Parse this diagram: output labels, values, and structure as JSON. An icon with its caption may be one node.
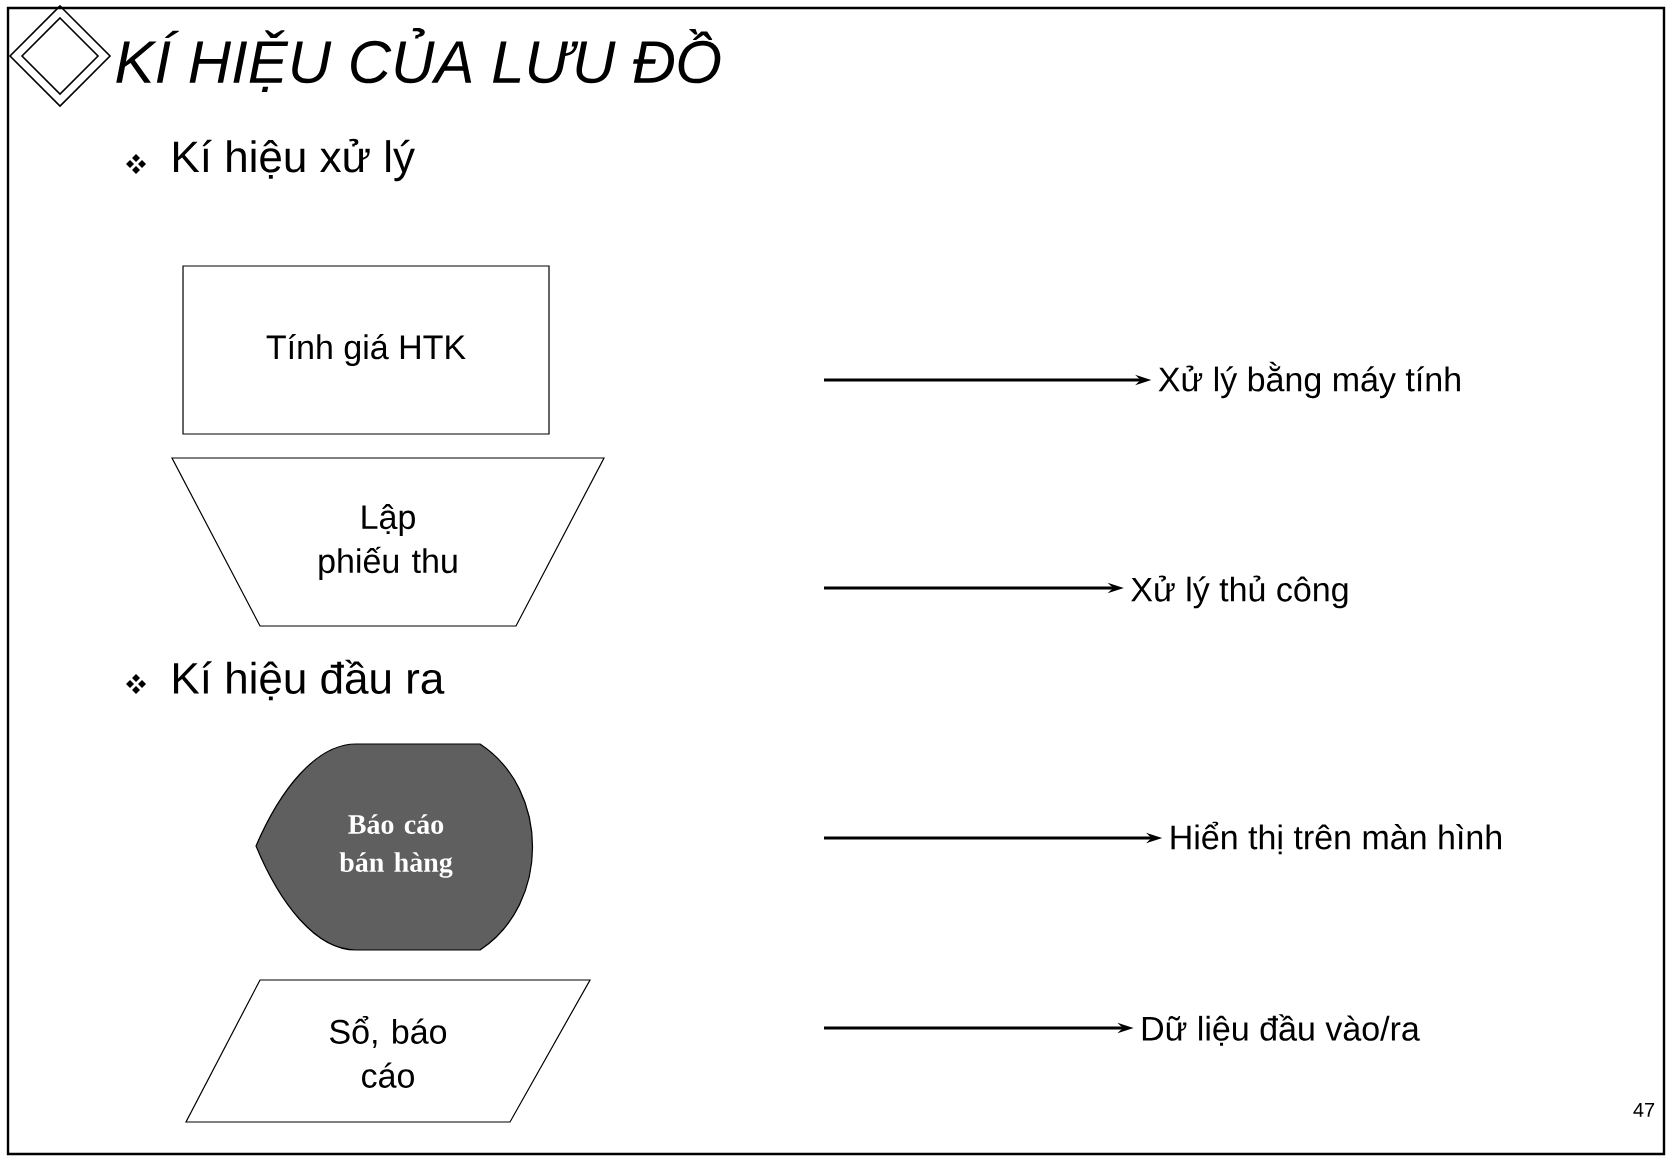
{
  "diagram": {
    "title": "KÍ HIỆU CỦA LƯU ĐỒ",
    "nodes": [
      {
        "text": [
          "Tính giá HTK"
        ]
      },
      {
        "text": [
          "Xử lý bằng máy tính"
        ]
      },
      {
        "text": [
          "Lập phiếu thu"
        ]
      },
      {
        "text": [
          "Xử lý thủ công"
        ]
      },
      {
        "text": [
          "Báo cáo bán hàng"
        ]
      },
      {
        "text": [
          "Hiển thị trên màn hình"
        ]
      },
      {
        "text": [
          "Sổ, báo cáo"
        ]
      },
      {
        "text": [
          "Dữ liệu đầu vào/ra"
        ]
      }
    ],
    "edges": [
      {
        "from": null,
        "to": 1,
        "arrow": "to"
      },
      {
        "from": null,
        "to": 3,
        "arrow": "to"
      },
      {
        "from": null,
        "to": 5,
        "arrow": "to"
      },
      {
        "from": null,
        "to": 7,
        "arrow": "to"
      }
    ],
    "labels": [
      "Kí hiệu xử lý",
      "Kí hiệu đầu ra",
      "47"
    ]
  }
}
